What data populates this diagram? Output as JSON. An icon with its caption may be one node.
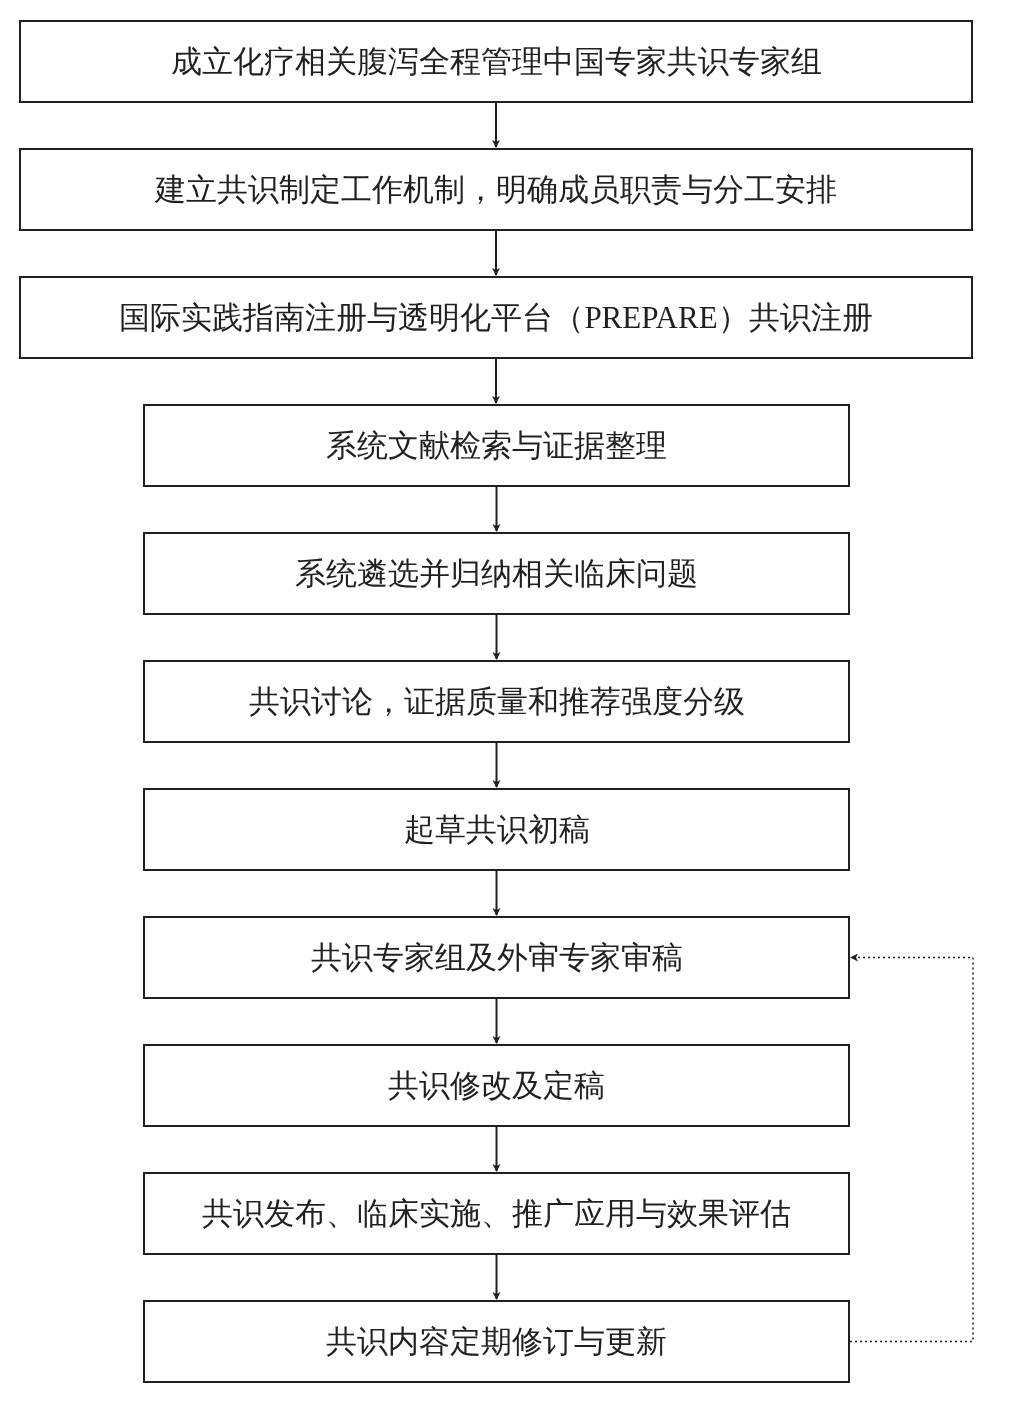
{
  "diagram": {
    "nodes": [
      {
        "text": [
          "成立化疗相关腹泻全程管理中国专家共识专家组"
        ]
      },
      {
        "text": [
          "建立共识制定工作机制，明确成员职责与分工安排"
        ]
      },
      {
        "text": [
          "国际实践指南注册与透明化平台（PREPARE）共识注册"
        ]
      },
      {
        "text": [
          "系统文献检索与证据整理"
        ]
      },
      {
        "text": [
          "系统遴选并归纳相关临床问题"
        ]
      },
      {
        "text": [
          "共识讨论，证据质量和推荐强度分级"
        ]
      },
      {
        "text": [
          "起草共识初稿"
        ]
      },
      {
        "text": [
          "共识专家组及外审专家审稿"
        ]
      },
      {
        "text": [
          "共识修改及定稿"
        ]
      },
      {
        "text": [
          "共识发布、临床实施、推广应用与效果评估"
        ]
      },
      {
        "text": [
          "共识内容定期修订与更新"
        ]
      }
    ],
    "edges": [
      {
        "from": 0,
        "to": 1,
        "arrow": "to"
      },
      {
        "from": 1,
        "to": 2,
        "arrow": "to"
      },
      {
        "from": 2,
        "to": 3,
        "arrow": "to"
      },
      {
        "from": 3,
        "to": 4,
        "arrow": "to"
      },
      {
        "from": 4,
        "to": 5,
        "arrow": "to"
      },
      {
        "from": 5,
        "to": 6,
        "arrow": "to"
      },
      {
        "from": 6,
        "to": 7,
        "arrow": "to"
      },
      {
        "from": 7,
        "to": 8,
        "arrow": "to"
      },
      {
        "from": 8,
        "to": 9,
        "arrow": "to"
      },
      {
        "from": 9,
        "to": 10,
        "arrow": "to"
      },
      {
        "from": 10,
        "to": 7,
        "arrow": "to",
        "style": "dashed"
      }
    ]
  }
}
